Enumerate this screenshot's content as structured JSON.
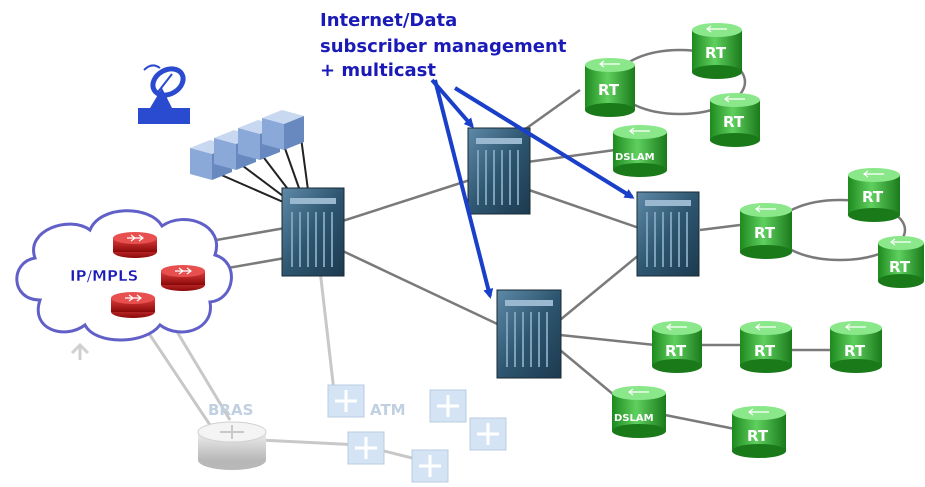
{
  "callout": {
    "line1": "Internet/Data",
    "line2": "subscriber management",
    "line3": "+ multicast"
  },
  "labels": {
    "cloud": "IP/MPLS",
    "bras": "BRAS",
    "atm": "ATM",
    "rt": "RT",
    "dslam": "DSLAM"
  },
  "colors": {
    "callout_text": "#1a1ab8",
    "arrow": "#1a3fc8",
    "rt_green": "#2fa82f",
    "router_red": "#c01818",
    "switch_blue": "#3a6a8a",
    "faded": "#c8d8e8"
  }
}
